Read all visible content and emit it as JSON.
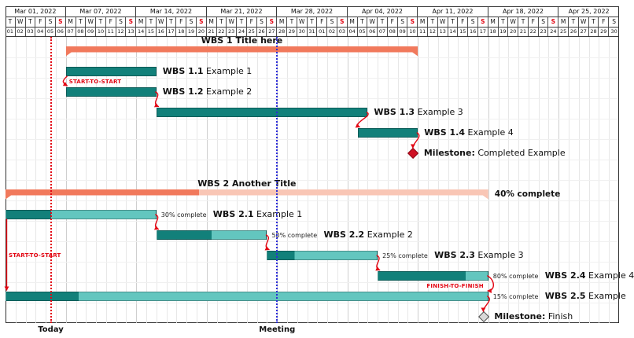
{
  "colors": {
    "task_complete": "#12807a",
    "task_incomplete": "#63c6bf",
    "group_dark": "#f1795c",
    "group_light": "#f9c6b5",
    "link": "#e30613",
    "sunday": "#e30613",
    "milestone_fill": "#cf1124",
    "milestone_border": "#8c0a18",
    "milestone2_fill": "#d9d9d9",
    "milestone2_border": "#4a4a4a",
    "today_rule": "#e30613",
    "meeting_rule": "#2c2cd6"
  },
  "chart_data": {
    "type": "gantt",
    "calendar": {
      "start_date": "2022-03-01",
      "end_date": "2022-04-30",
      "weeks": [
        {
          "label": "Mar 01, 2022",
          "start": "2022-03-01"
        },
        {
          "label": "Mar 07, 2022",
          "start": "2022-03-07"
        },
        {
          "label": "Mar 14, 2022",
          "start": "2022-03-14"
        },
        {
          "label": "Mar 21, 2022",
          "start": "2022-03-21"
        },
        {
          "label": "Mar 28, 2022",
          "start": "2022-03-28"
        },
        {
          "label": "Apr 04, 2022",
          "start": "2022-04-04"
        },
        {
          "label": "Apr 11, 2022",
          "start": "2022-04-11"
        },
        {
          "label": "Apr 18, 2022",
          "start": "2022-04-18"
        },
        {
          "label": "Apr 25, 2022",
          "start": "2022-04-25"
        }
      ],
      "day_letters": [
        "T",
        "W",
        "T",
        "F",
        "S",
        "S",
        "M",
        "T",
        "W",
        "T",
        "F",
        "S",
        "S",
        "M",
        "T",
        "W",
        "T",
        "F",
        "S",
        "S",
        "M",
        "T",
        "W",
        "T",
        "F",
        "S",
        "S",
        "M",
        "T",
        "W",
        "T",
        "F",
        "S",
        "S",
        "M",
        "T",
        "W",
        "T",
        "F",
        "S",
        "S",
        "M",
        "T",
        "W",
        "T",
        "F",
        "S",
        "S",
        "M",
        "T",
        "W",
        "T",
        "F",
        "S",
        "S",
        "M",
        "T",
        "W",
        "T",
        "F",
        "S"
      ],
      "day_numbers": [
        "01",
        "02",
        "03",
        "04",
        "05",
        "06",
        "07",
        "08",
        "09",
        "10",
        "11",
        "12",
        "13",
        "14",
        "15",
        "16",
        "17",
        "18",
        "19",
        "20",
        "21",
        "22",
        "23",
        "24",
        "25",
        "26",
        "27",
        "28",
        "29",
        "30",
        "31",
        "01",
        "02",
        "03",
        "04",
        "05",
        "06",
        "07",
        "08",
        "09",
        "10",
        "11",
        "12",
        "13",
        "14",
        "15",
        "16",
        "17",
        "18",
        "19",
        "20",
        "21",
        "22",
        "23",
        "24",
        "25",
        "26",
        "27",
        "28",
        "29",
        "30"
      ]
    },
    "rows": [
      {
        "row": 0,
        "type": "group",
        "bold": "WBS 1",
        "rest": " Title here",
        "start": "2022-03-07",
        "end": "2022-04-10"
      },
      {
        "row": 1,
        "type": "task",
        "bold": "WBS 1.1",
        "rest": " Example 1",
        "start": "2022-03-07",
        "end": "2022-03-15"
      },
      {
        "row": 2,
        "type": "task",
        "bold": "WBS 1.2",
        "rest": " Example 2",
        "start": "2022-03-07",
        "end": "2022-03-15"
      },
      {
        "row": 3,
        "type": "task",
        "bold": "WBS 1.3",
        "rest": " Example 3",
        "start": "2022-03-16",
        "end": "2022-04-05"
      },
      {
        "row": 4,
        "type": "task",
        "bold": "WBS 1.4",
        "rest": " Example 4",
        "start": "2022-04-05",
        "end": "2022-04-10"
      },
      {
        "row": 5,
        "type": "milestone",
        "bold": "Milestone:",
        "rest": " Completed Example",
        "date": "2022-04-10",
        "style": "red"
      },
      {
        "row": 7,
        "type": "group",
        "bold": "WBS 2",
        "rest": " Another Title",
        "start": "2022-03-01",
        "end": "2022-04-17",
        "progress": 40,
        "progress_label": "40% complete"
      },
      {
        "row": 8,
        "type": "task",
        "bold": "WBS 2.1",
        "rest": " Example 1",
        "start": "2022-03-01",
        "end": "2022-03-15",
        "progress": 30,
        "progress_label": "30% complete"
      },
      {
        "row": 9,
        "type": "task",
        "bold": "WBS 2.2",
        "rest": " Example 2",
        "start": "2022-03-16",
        "end": "2022-03-26",
        "progress": 50,
        "progress_label": "50% complete"
      },
      {
        "row": 10,
        "type": "task",
        "bold": "WBS 2.3",
        "rest": " Example 3",
        "start": "2022-03-27",
        "end": "2022-04-06",
        "progress": 25,
        "progress_label": "25% complete"
      },
      {
        "row": 11,
        "type": "task",
        "bold": "WBS 2.4",
        "rest": " Example 4",
        "start": "2022-04-07",
        "end": "2022-04-17",
        "progress": 80,
        "progress_label": "80% complete"
      },
      {
        "row": 12,
        "type": "task",
        "bold": "WBS 2.5",
        "rest": " Example",
        "start": "2022-03-01",
        "end": "2022-04-17",
        "progress": 15,
        "progress_label": "15% complete"
      },
      {
        "row": 13,
        "type": "milestone",
        "bold": "Milestone:",
        "rest": " Finish",
        "date": "2022-04-17",
        "style": "gray"
      }
    ],
    "links": [
      {
        "type": "s2s",
        "from": 1,
        "to": 2,
        "label": "START-TO-START"
      },
      {
        "type": "f2s",
        "from": 2,
        "to": 3
      },
      {
        "type": "f2s",
        "from": 3,
        "to": 4
      },
      {
        "type": "f2m",
        "from": 4,
        "to": 5
      },
      {
        "type": "f2s",
        "from": 7,
        "to": 8
      },
      {
        "type": "f2s",
        "from": 8,
        "to": 9
      },
      {
        "type": "f2s",
        "from": 9,
        "to": 10
      },
      {
        "type": "f2f",
        "from": 10,
        "to": 11,
        "label": "FINISH-TO-FINISH"
      },
      {
        "type": "s2s",
        "from": 7,
        "to": 11,
        "label": "START-TO-START"
      },
      {
        "type": "f2m",
        "from": 11,
        "to": 12
      }
    ],
    "vrules": [
      {
        "date": "2022-03-05",
        "label": "Today",
        "color": "#e30613",
        "position": "middle"
      },
      {
        "date": "2022-03-28",
        "label": "Meeting",
        "color": "#2c2cd6",
        "position": "start"
      }
    ]
  }
}
